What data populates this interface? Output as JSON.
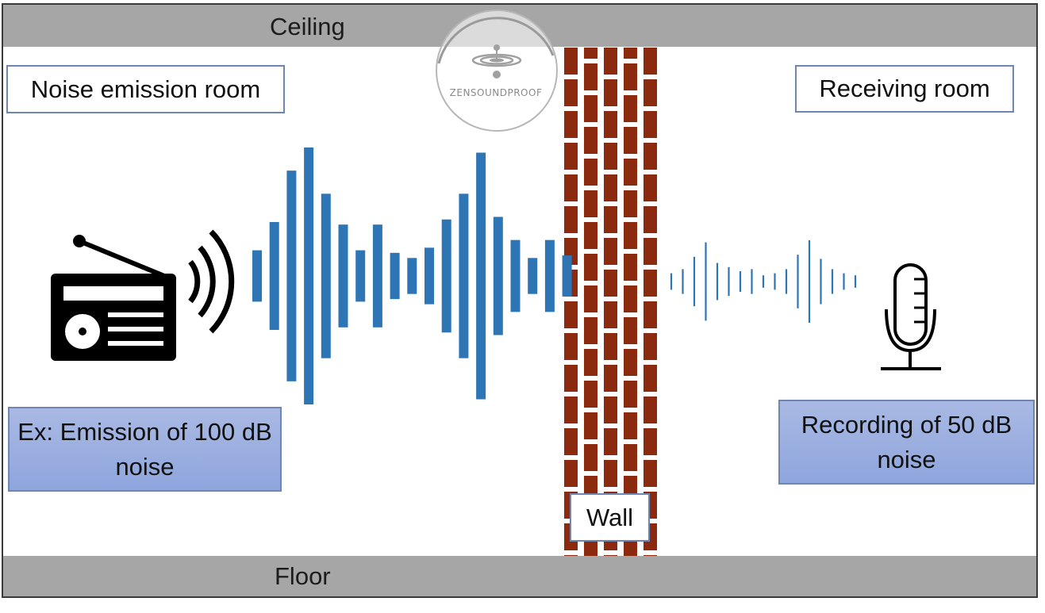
{
  "labels": {
    "ceiling": "Ceiling",
    "floor": "Floor",
    "emission_room": "Noise emission room",
    "receiving_room": "Receiving room",
    "emission_note": "Ex: Emission of 100 dB noise",
    "recording_note": "Recording of 50 dB noise",
    "wall": "Wall",
    "logo": "ZENSOUNDPROOF"
  },
  "icons": {
    "source": "radio-icon",
    "waves": "sound-waves-icon",
    "receiver": "microphone-icon",
    "logo": "ripple-logo-icon"
  },
  "colors": {
    "band": "#a6a6a6",
    "wave": "#2e75b6",
    "brick": "#8b2a0f",
    "label_fill": "#8ea5dd",
    "label_border": "#6f86b2"
  },
  "waveforms": {
    "loud_amplitudes": [
      0.2,
      0.42,
      0.82,
      1.0,
      0.64,
      0.4,
      0.2,
      0.4,
      0.18,
      0.14,
      0.22,
      0.44,
      0.64,
      0.96,
      0.46,
      0.28,
      0.14,
      0.28,
      0.16
    ],
    "quiet_amplitudes": [
      0.08,
      0.12,
      0.24,
      0.38,
      0.18,
      0.14,
      0.1,
      0.12,
      0.06,
      0.08,
      0.12,
      0.26,
      0.4,
      0.22,
      0.12,
      0.08,
      0.06
    ]
  }
}
